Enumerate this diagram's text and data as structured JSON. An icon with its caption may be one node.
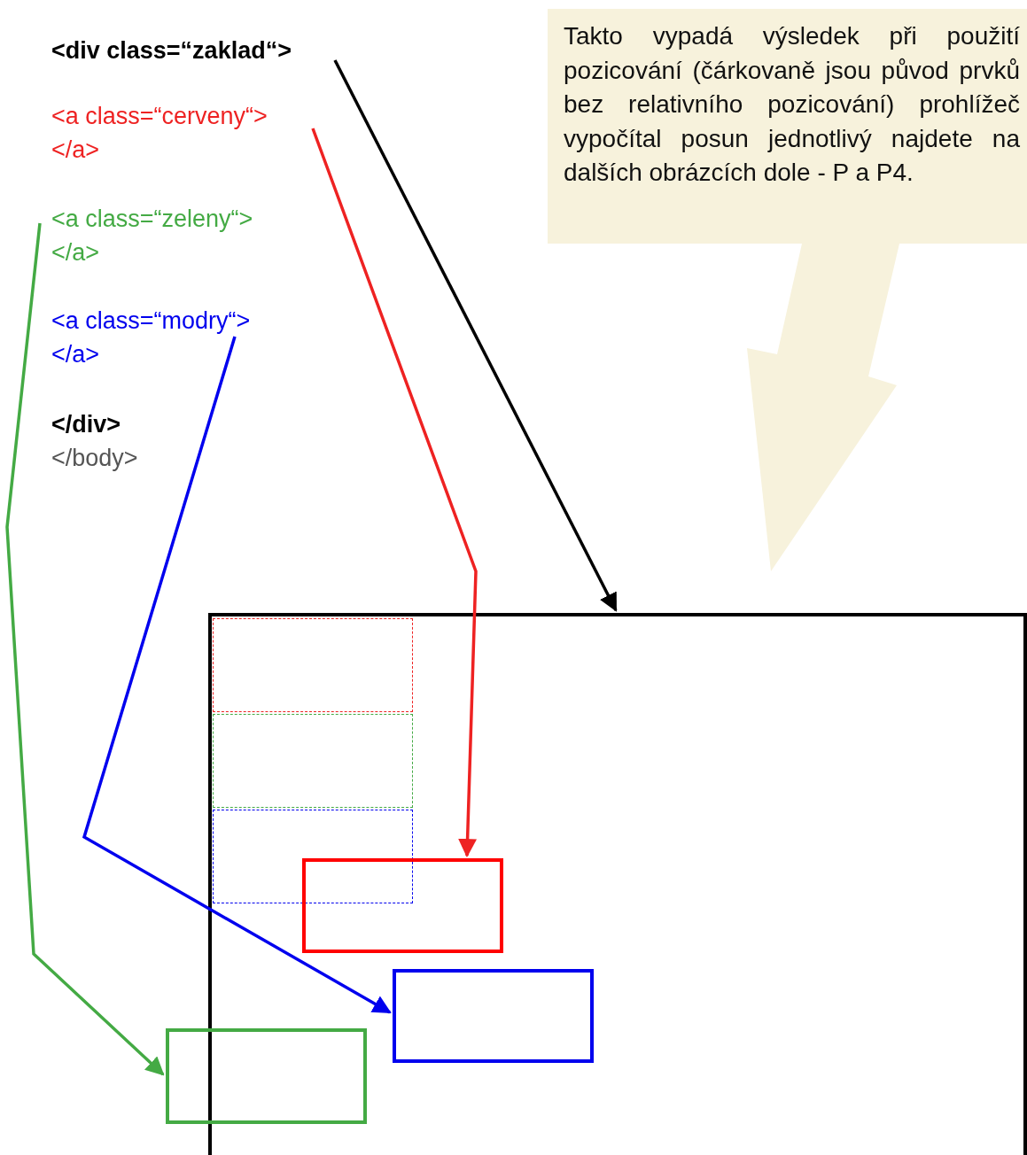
{
  "diagram": {
    "nodes": [
      {
        "text": [
          "<div class=“zaklad“>"
        ]
      },
      {
        "text": [
          "<a class=“cerveny“> </a>"
        ]
      },
      {
        "text": [
          "<a class=“zeleny“> </a>"
        ]
      },
      {
        "text": [
          "<a class=“modry“> </a>"
        ]
      },
      {
        "text": [
          "Takto vypadá výsledek při použití pozicování (čárkovaně jsou původ prvků bez relativního pozicování) prohlížeč vypočítal posun jednotlivý najdete na dalších obrázcích dole - P a P4."
        ]
      },
      {
        "text": [],
        "shape": "box"
      },
      {
        "text": [],
        "shape": "box",
        "in": 5
      },
      {
        "text": [],
        "shape": "box",
        "in": 5
      },
      {
        "text": [],
        "shape": "box",
        "in": 5
      },
      {
        "text": [],
        "shape": "box",
        "in": 5
      },
      {
        "text": [],
        "shape": "box",
        "in": 5
      },
      {
        "text": [],
        "shape": "box"
      }
    ],
    "edges": [
      {
        "from": 0,
        "to": 5,
        "arrow": "to",
        "color": "#000000"
      },
      {
        "from": 1,
        "to": 9,
        "arrow": "to",
        "color": "#ee2222"
      },
      {
        "from": 3,
        "to": 10,
        "arrow": "to",
        "color": "#0000ee"
      },
      {
        "from": 2,
        "to": 11,
        "arrow": "to",
        "color": "#44aa44"
      }
    ],
    "labels": [
      "</div>",
      "</body>"
    ]
  }
}
